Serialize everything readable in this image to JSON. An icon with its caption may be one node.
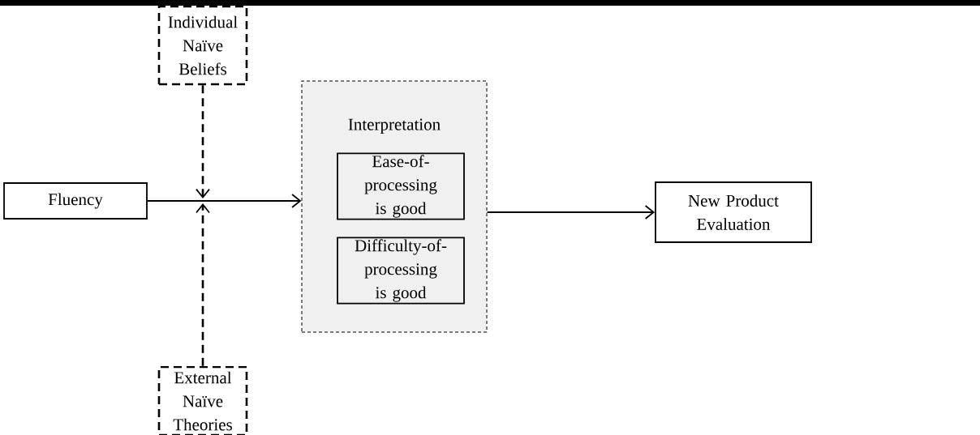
{
  "diagram": {
    "nodes": [
      {
        "text": [
          "Individual Naïve Beliefs"
        ]
      },
      {
        "text": [
          "Fluency"
        ]
      },
      {
        "text": [
          "Interpretation"
        ]
      },
      {
        "text": [
          "Ease-of-processing is good"
        ],
        "in": 2
      },
      {
        "text": [
          "Difficulty-of-processing is good"
        ],
        "in": 2
      },
      {
        "text": [
          "New Product Evaluation"
        ]
      },
      {
        "text": [
          "External Naïve Theories"
        ]
      }
    ],
    "edges": [
      {
        "from": 1,
        "to": 2,
        "arrow": "to"
      },
      {
        "from": 2,
        "to": 5,
        "arrow": "to"
      },
      {
        "from": 0,
        "to": null,
        "arrow": "to",
        "style": "dashed"
      },
      {
        "from": 6,
        "to": null,
        "arrow": "to",
        "style": "dashed"
      }
    ]
  }
}
